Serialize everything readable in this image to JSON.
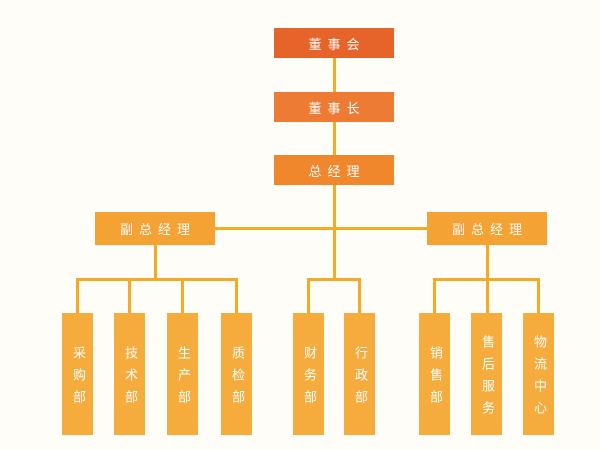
{
  "page": {
    "background": "#fffdf8"
  },
  "palette": {
    "board_box": "#e66329",
    "chairman_box": "#ed7b33",
    "general_manager_box": "#f0872d",
    "deputy_box": "#f3a233",
    "department_box": "#f5ac3d",
    "connector_line": "#f6a922",
    "label_text": "#ffffff"
  },
  "org": {
    "board": {
      "label": "董事会"
    },
    "chairman": {
      "label": "董事长"
    },
    "general_manager": {
      "label": "总经理"
    },
    "deputy_left": {
      "label": "副总经理"
    },
    "deputy_right": {
      "label": "副总经理"
    },
    "departments_left": [
      {
        "label": "采购部"
      },
      {
        "label": "技术部"
      },
      {
        "label": "生产部"
      },
      {
        "label": "质检部"
      }
    ],
    "departments_middle": [
      {
        "label": "财务部"
      },
      {
        "label": "行政部"
      }
    ],
    "departments_right": [
      {
        "label": "销售部"
      },
      {
        "label": "售后服务"
      },
      {
        "label": "物流中心"
      }
    ]
  }
}
